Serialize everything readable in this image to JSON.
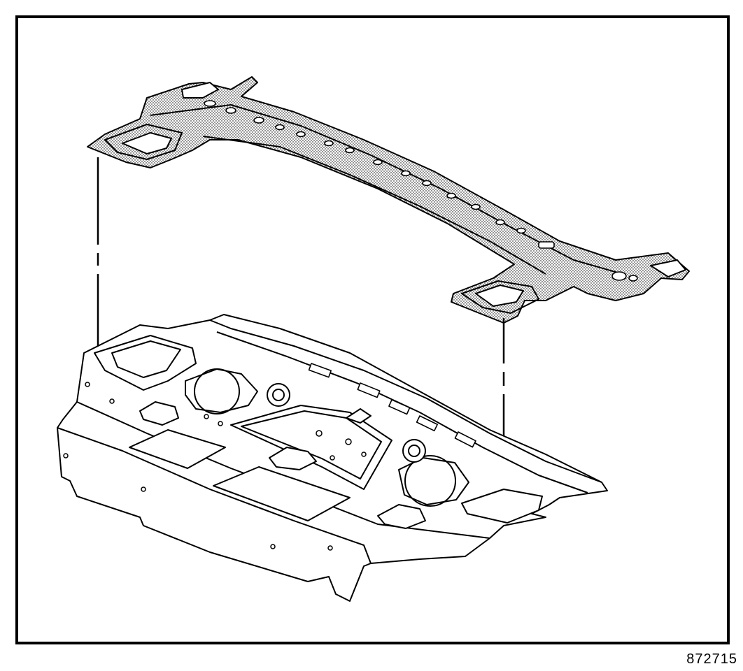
{
  "figure": {
    "id_label": "872715",
    "parts": [
      "rear-compartment-crossmember",
      "rear-window-panel-shelf"
    ],
    "colors": {
      "line": "#000000",
      "background": "#ffffff",
      "shaded_fill": "#d9d9d9"
    }
  }
}
